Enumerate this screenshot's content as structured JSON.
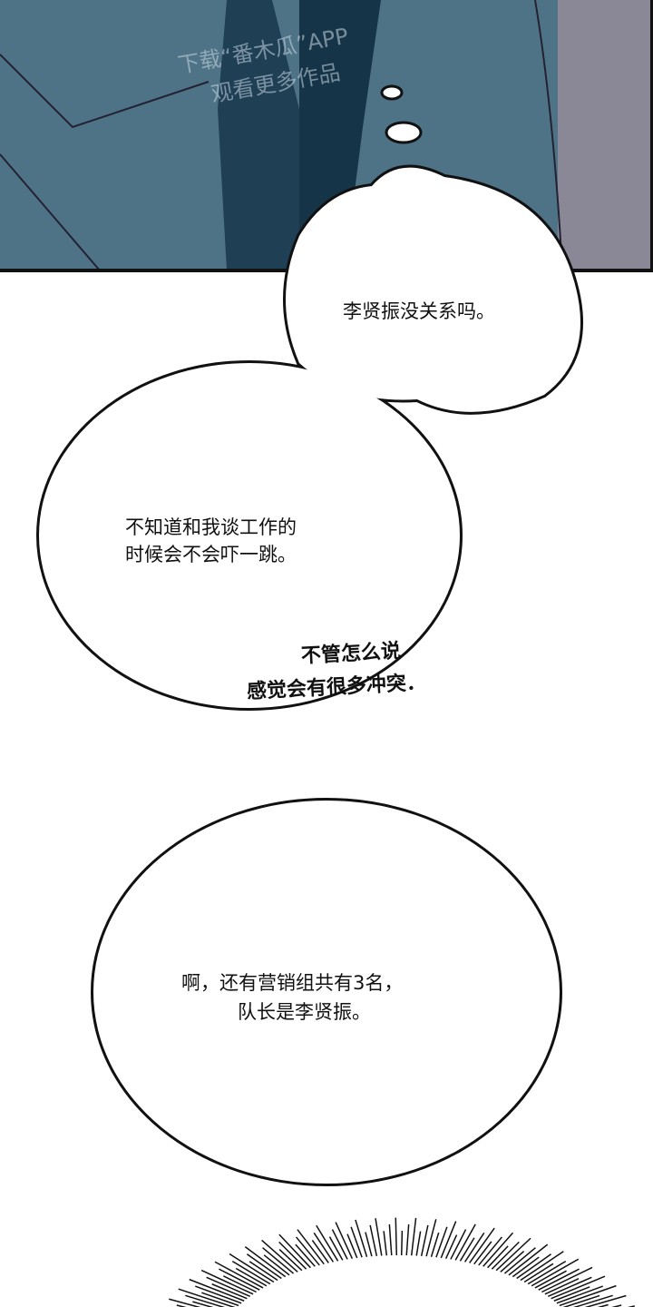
{
  "watermark": {
    "line1": "下载“番木瓜”APP",
    "line2": "观看更多作品"
  },
  "bubbles": [
    {
      "text": "李贤振没关系吗。"
    },
    {
      "line1": "不知道和我谈工作的",
      "line2": "时候会不会吓一跳。"
    },
    {
      "line1": "啊，还有营销组共有3名，",
      "line2": "队长是李贤振。"
    }
  ],
  "sfx": {
    "line1": "不管怎么说",
    "line2": "感觉会有很多冲突．"
  },
  "colors": {
    "panel_bg": "#4f7386",
    "shirt": "#1f3f55",
    "wall": "#8a8896"
  }
}
